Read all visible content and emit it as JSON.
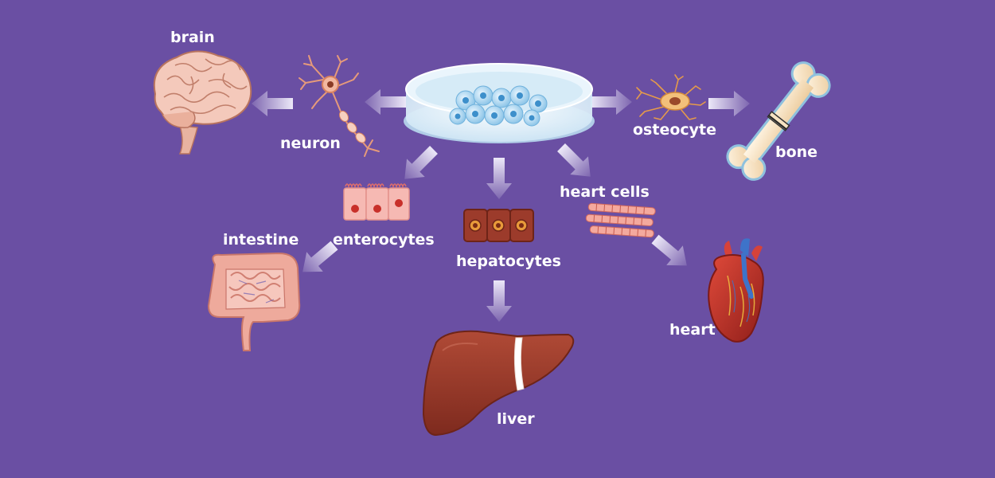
{
  "colors": {
    "background": "#6a4fa3",
    "label": "#ffffff",
    "arrow": "#d9d2f0",
    "brain": "#f4c9bb",
    "liver": "#9c3b2b",
    "heart": "#c8322a",
    "bone": "#f6e2c2",
    "cell_blue": "#8fc6e8"
  },
  "labels": {
    "brain": "brain",
    "neuron": "neuron",
    "osteocyte": "osteocyte",
    "bone": "bone",
    "heart_cells": "heart cells",
    "intestine": "intestine",
    "enterocytes": "enterocytes",
    "hepatocytes": "hepatocytes",
    "heart": "heart",
    "liver": "liver"
  },
  "icons": {
    "source": "petri-dish-stem-cells-icon",
    "brain": "brain-icon",
    "neuron": "neuron-icon",
    "osteocyte": "osteocyte-icon",
    "bone": "bone-icon",
    "enterocytes": "enterocytes-icon",
    "hepatocytes": "hepatocytes-icon",
    "heart_cells": "heart-cells-icon",
    "intestine": "intestine-icon",
    "liver": "liver-icon",
    "heart": "heart-icon"
  }
}
